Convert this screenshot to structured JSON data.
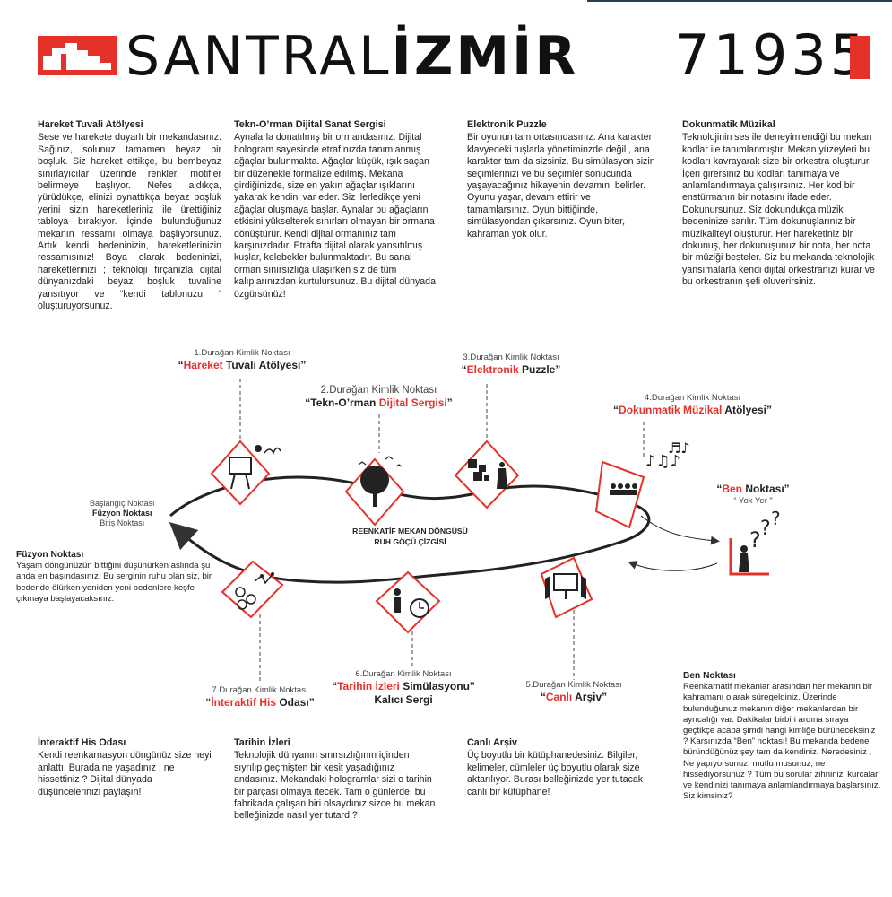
{
  "header": {
    "brand_light": "SANTRAL",
    "brand_bold": "İZMİR",
    "number": "71935",
    "accent": "#e4322b"
  },
  "columns": [
    {
      "title": "Hareket Tuvali Atölyesi",
      "text": "Sese ve harekete duyarlı bir mekandasınız. Sağınız, solunuz tamamen beyaz bir boşluk. Siz hareket ettikçe, bu bembeyaz sınırlayıcılar üzerinde renkler, motifler belirmeye başlıyor. Nefes aldıkça, yürüdükçe, elinizi oynattıkça beyaz boşluk yerini sizin hareketleriniz ile ürettiğiniz tabloya bırakıyor. İçinde bulunduğunuz mekanın ressamı olmaya başlıyorsunuz. Artık kendi bedeninizin, hareketlerinizin ressamısınız! Boya olarak bedeninizi, hareketlerinizi ; teknoloji fırçanızla dijital dünyanızdaki beyaz boşluk tuvaline yansıtıyor ve “kendi tablonuzu “ oluşturuyorsunuz."
    },
    {
      "title": "Tekn-O’rman Dijital Sanat Sergisi",
      "text": "Aynalarla donatılmış bir ormandasınız. Dijital hologram sayesinde etrafınızda tanımlanmış ağaçlar bulunmakta. Ağaçlar küçük, ışık saçan bir düzenekle formalize edilmiş. Mekana girdiğinizde, size en yakın ağaçlar ışıklarını yakarak kendini var eder. Siz ilerledikçe yeni ağaçlar oluşmaya başlar. Aynalar bu ağaçların etkisini yükselterek sınırları olmayan bir ormana dönüştürür. Kendi dijital ormanınız tam karşınızdadır. Etrafta dijital olarak yansıtılmış kuşlar, kelebekler bulunmaktadır. Bu sanal orman sınırsızlığa ulaşırken siz de tüm kalıplarınızdan kurtulursunuz. Bu dijital dünyada özgürsünüz!"
    },
    {
      "title": "Elektronik Puzzle",
      "text": "Bir oyunun tam ortasındasınız. Ana karakter klavyedeki tuşlarla yönetiminzde değil , ana karakter tam da sizsiniz. Bu simülasyon sizin seçimlerinizi ve bu seçimler sonucunda yaşayacağınız hikayenin devamını belirler. Oyunu yaşar, devam ettirir ve tamamlarsınız. Oyun bittiğinde, simülasyondan çıkarsınız. Oyun biter, kahraman yok olur."
    },
    {
      "title": "Dokunmatik Müzikal",
      "text": "Teknolojinin ses ile deneyimlendiği bu mekan kodlar ile tanımlanmıştır. Mekan yüzeyleri bu kodları kavrayarak size bir orkestra oluşturur. İçeri girersiniz bu kodları tanımaya ve anlamlandırmaya çalışırsınız. Her kod bir enstürmanın bir notasını ifade eder. Dokunursunuz. Siz dokundukça müzik bedeninize sarılır. Tüm dokunuşlarınız bir müzikaliteyi oluşturur. Her hareketiniz bir dokunuş, her dokunuşunuz bir nota, her nota bir müziği besteler. Siz bu mekanda teknolojik yansımalarla kendi dijital orkestranızı kurar ve bu orkestranın şefi oluverirsiniz."
    }
  ],
  "stops": {
    "s1": {
      "small": "1.Durağan Kimlik Noktası",
      "red": "Hareket",
      "rest": " Tuvali Atölyesi",
      "q1": "“",
      "q2": "”"
    },
    "s2": {
      "small": "2.Durağan Kimlik Noktası",
      "pre": "Tekn-O’rman ",
      "red": "Dijital Sergisi",
      "q1": "“",
      "q2": "”"
    },
    "s3": {
      "small": "3.Durağan Kimlik Noktası",
      "red": "Elektronik",
      "rest": " Puzzle",
      "q1": "“",
      "q2": "”"
    },
    "s4": {
      "small": "4.Durağan Kimlik Noktası",
      "red": "Dokunmatik Müzikal",
      "rest": " Atölyesi",
      "q1": "“",
      "q2": "”"
    },
    "s5": {
      "small": "5.Durağan Kimlik Noktası",
      "red": "Canlı",
      "rest": " Arşiv",
      "q1": "“",
      "q2": "”"
    },
    "s6": {
      "small": "6.Durağan Kimlik Noktası",
      "red": "Tarihin İzleri",
      "rest": " Simülasyonu",
      "q1": "“",
      "q2": "”",
      "sub": "Kalıcı Sergi"
    },
    "s7": {
      "small": "7.Durağan Kimlik Noktası",
      "red": "İnteraktif His",
      "rest": " Odası",
      "q1": "“",
      "q2": "”"
    },
    "ben": {
      "red": "Ben",
      "rest": " Noktası",
      "q1": "“",
      "q2": "”",
      "sub": "“ Yok Yer ”"
    }
  },
  "start": {
    "line1": "Başlangıç Noktası",
    "line2": "Füzyon Noktası",
    "line3": "Bitiş Noktası"
  },
  "center": {
    "line1": "REENKATİF MEKAN DÖNGÜSÜ",
    "line2": "RUH GÖÇÜ ÇİZGİSİ"
  },
  "notes": {
    "fuzyon": {
      "title": "Füzyon Noktası",
      "text": "Yaşam döngünüzün bittiğini düşünürken aslında şu anda en başındasınız. Bu serginin ruhu olan siz, bir bedende ölürken yeniden yeni bedenlere keşfe çıkmaya başlayacaksınız."
    },
    "ben": {
      "title": "Ben Noktası",
      "text": "Reenkarnatif mekanlar arasından her mekanın bir kahramanı olarak süregeldiniz. Üzerinde bulunduğunuz mekanın diğer mekanlardan bir ayrıcalığı var. Dakikalar birbiri ardına sıraya geçtikçe acaba şimdi hangi kimliğe bürüneceksiniz ? Karşınızda “Ben” noktası! Bu mekanda bedene büründüğünüz şey tam da kendiniz. Neredesiniz , Ne yapıyorsunuz, mutlu musunuz, ne hissediyorsunuz ? Tüm bu sorular zihninizi kurcalar ve kendinizi tanımaya anlamlandırmaya başlarsınız. Siz kimsiniz?"
    }
  },
  "bottom": [
    {
      "title": "İnteraktif His Odası",
      "text": "Kendi reenkarnasyon döngünüz size neyi anlattı, Burada ne yaşadınız , ne hissettiniz ? Dijital dünyada düşüncelerinizi paylaşın!"
    },
    {
      "title": "Tarihin İzleri",
      "text": "Teknolojik dünyanın sınırsızlığının içinden sıyrılıp geçmişten bir kesit yaşadığınız andasınız. Mekandaki hologramlar sizi o tarihin bir parçası olmaya itecek. Tam o günlerde, bu fabrikada çalışan biri olsaydınız sizce bu mekan belleğinizde nasıl yer tutardı?"
    },
    {
      "title": "Canlı Arşiv",
      "text": "Üç boyutlu bir kütüphanedesiniz. Bilgiler, kelimeler, cümleler üç boyutlu olarak size aktarılıyor. Burası belleğinizde yer tutacak canlı bir kütüphane!"
    }
  ],
  "icons": {
    "logo": "factory-logo-icon",
    "s1": "easel-painter-icon",
    "s2": "tree-with-birds-icon",
    "s3": "puzzle-person-icon",
    "s4": "orchestra-music-notes-icon",
    "s5": "archive-screen-panels-icon",
    "s6": "person-clock-icon",
    "s7": "interactive-faces-network-icon",
    "ben": "person-question-marks-icon"
  }
}
